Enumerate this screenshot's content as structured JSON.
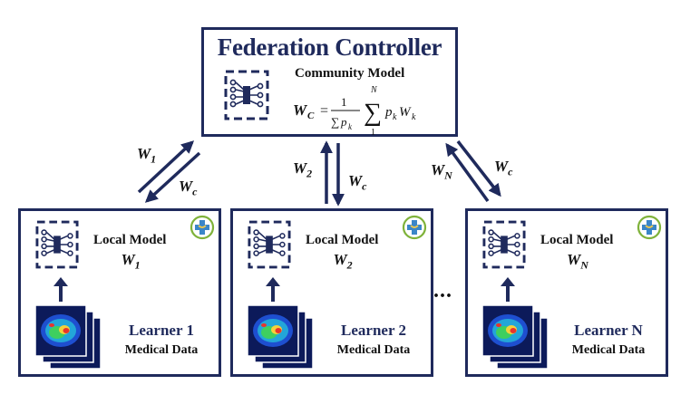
{
  "controller": {
    "title": "Federation Controller",
    "subtitle": "Community Model",
    "formula": {
      "lhs_symbol": "W",
      "lhs_sub": "C",
      "equals": "=",
      "numerator": "1",
      "denominator_sum": "∑",
      "denominator_p": "p",
      "denominator_sub": "k",
      "sum_upper": "N",
      "sum_lower": "1",
      "sigma": "∑",
      "term_p": "p",
      "term_p_sub": "k",
      "term_w": "W",
      "term_w_sub": "k"
    }
  },
  "learners": [
    {
      "model_label": "Local Model",
      "weight_symbol": "W",
      "weight_sub": "1",
      "name": "Learner 1",
      "data_label": "Medical Data"
    },
    {
      "model_label": "Local Model",
      "weight_symbol": "W",
      "weight_sub": "2",
      "name": "Learner 2",
      "data_label": "Medical Data"
    },
    {
      "model_label": "Local Model",
      "weight_symbol": "W",
      "weight_sub": "N",
      "name": "Learner N",
      "data_label": "Medical Data"
    }
  ],
  "edges": [
    {
      "up_symbol": "W",
      "up_sub": "1",
      "down_symbol": "W",
      "down_sub": "c"
    },
    {
      "up_symbol": "W",
      "up_sub": "2",
      "down_symbol": "W",
      "down_sub": "c"
    },
    {
      "up_symbol": "W",
      "up_sub": "N",
      "down_symbol": "W",
      "down_sub": "c"
    }
  ],
  "ellipsis": "...",
  "colors": {
    "navy": "#1f2a5c",
    "badge_ring": "#7fb23a",
    "badge_cross": "#3a86c8"
  },
  "icons": {
    "model": "neural-network-icon",
    "badge": "hospital-cross-icon",
    "data": "brain-scan-icon"
  }
}
